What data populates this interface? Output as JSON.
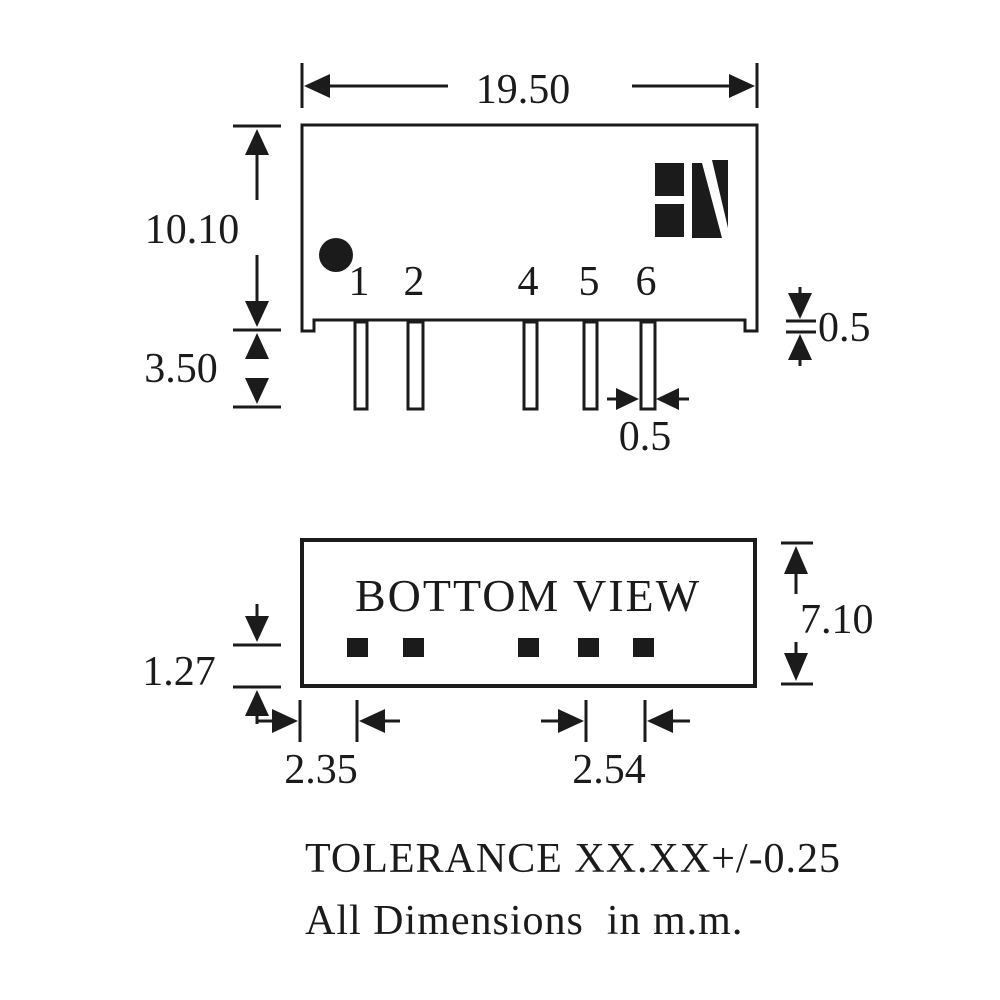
{
  "drawing_type": "package-outline-dimension-drawing",
  "colors": {
    "ink": "#1b1b1b",
    "background": "#ffffff"
  },
  "top_view": {
    "dim_width": "19.50",
    "dim_body_height": "10.10",
    "dim_pin_length": "3.50",
    "dim_standoff_height": "0.5",
    "dim_pin_width": "0.5",
    "pins": [
      "1",
      "2",
      "4",
      "5",
      "6"
    ]
  },
  "bottom_view": {
    "title": "BOTTOM VIEW",
    "dim_body_depth": "7.10",
    "dim_pin_row_offset": "1.27",
    "dim_edge_to_pin1": "2.35",
    "dim_pin_pitch": "2.54"
  },
  "notes": {
    "tolerance": "TOLERANCE XX.XX+/-0.25",
    "units": "All Dimensions  in m.m."
  }
}
